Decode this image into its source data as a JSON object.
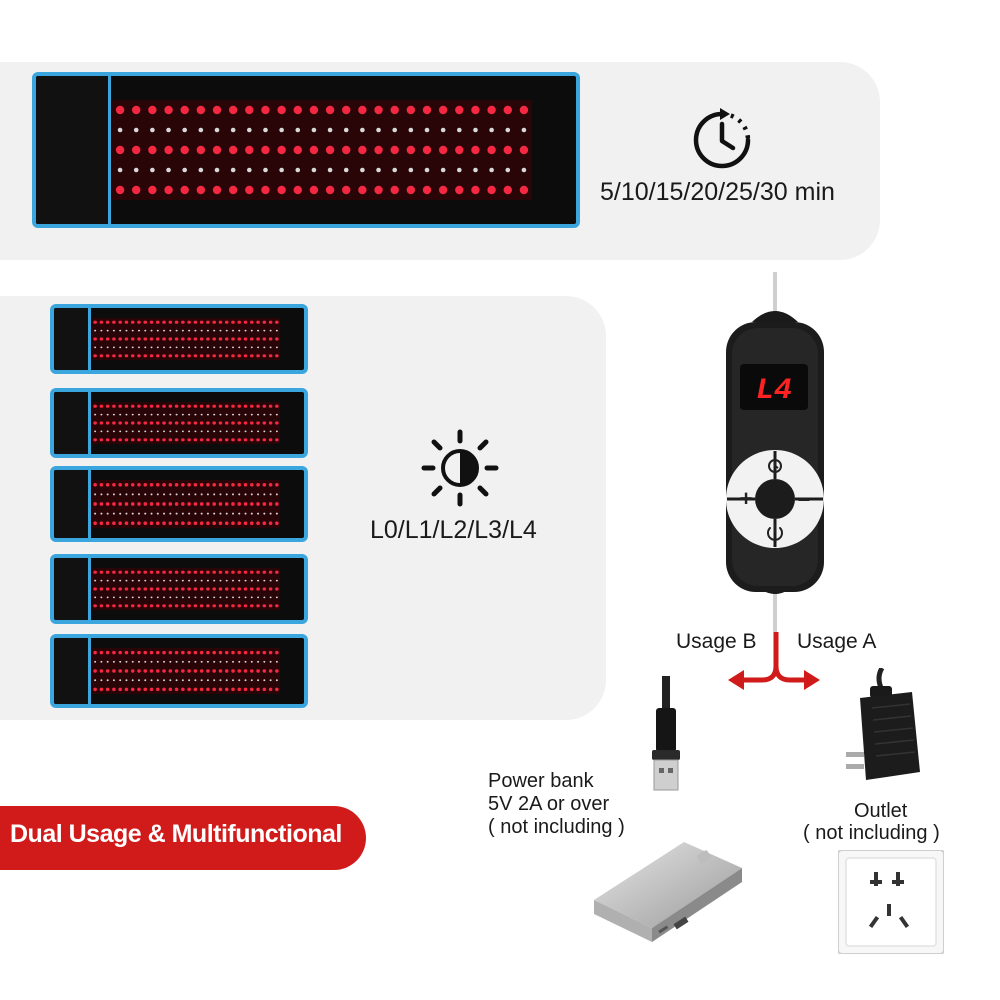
{
  "timer": {
    "text": "5/10/15/20/25/30 min",
    "icon": "clock-timer-icon"
  },
  "levels": {
    "text": "L0/L1/L2/L3/L4",
    "icon": "brightness-icon",
    "belt_count": 5
  },
  "controller": {
    "display": "L4",
    "buttons": [
      "timer-icon",
      "plus-icon",
      "minus-icon",
      "power-icon"
    ]
  },
  "usage": {
    "b": "Usage B",
    "a": "Usage A"
  },
  "power_bank": {
    "line1": "Power bank",
    "line2": "5V 2A or over",
    "line3": "( not including )"
  },
  "outlet": {
    "line1": "Outlet",
    "line2": "( not including )"
  },
  "banner": {
    "text": "Dual Usage & Multifunctional"
  },
  "colors": {
    "accent_red": "#d11b1b",
    "belt_edge": "#3aa6dd",
    "led_red": "#ff2a44",
    "panel_gray": "#f1f1f1"
  }
}
